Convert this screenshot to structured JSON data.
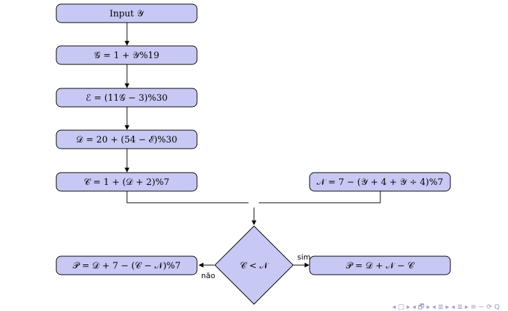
{
  "nodes": {
    "input": "Input 𝒴",
    "g": "𝒢  =  1 + 𝒴%19",
    "e": "ℰ  =  (11𝒢  −  3)%30",
    "d": "𝒟  =  20 + (54  −  ℰ)%30",
    "c": "𝒞  =  1 + (𝒟 + 2)%7",
    "n": "𝒩 = 7 − (𝒴 + 4 + 𝒴 ÷ 4)%7",
    "decision": "𝒞 < 𝒩",
    "p_no": "𝒫  =  𝒟 + 7 − (𝒞 − 𝒩)%7",
    "p_yes": "𝒫  =  𝒟 + 𝒩  −  𝒞"
  },
  "edge_labels": {
    "yes": "sim",
    "no": "não"
  },
  "nav": {
    "symbols": "◂ □ ▸ ◂ 🗗 ▸ ◂ ≣ ▸ ◂ ≣ ▸   ≡   ∽ ⟳ Q"
  }
}
